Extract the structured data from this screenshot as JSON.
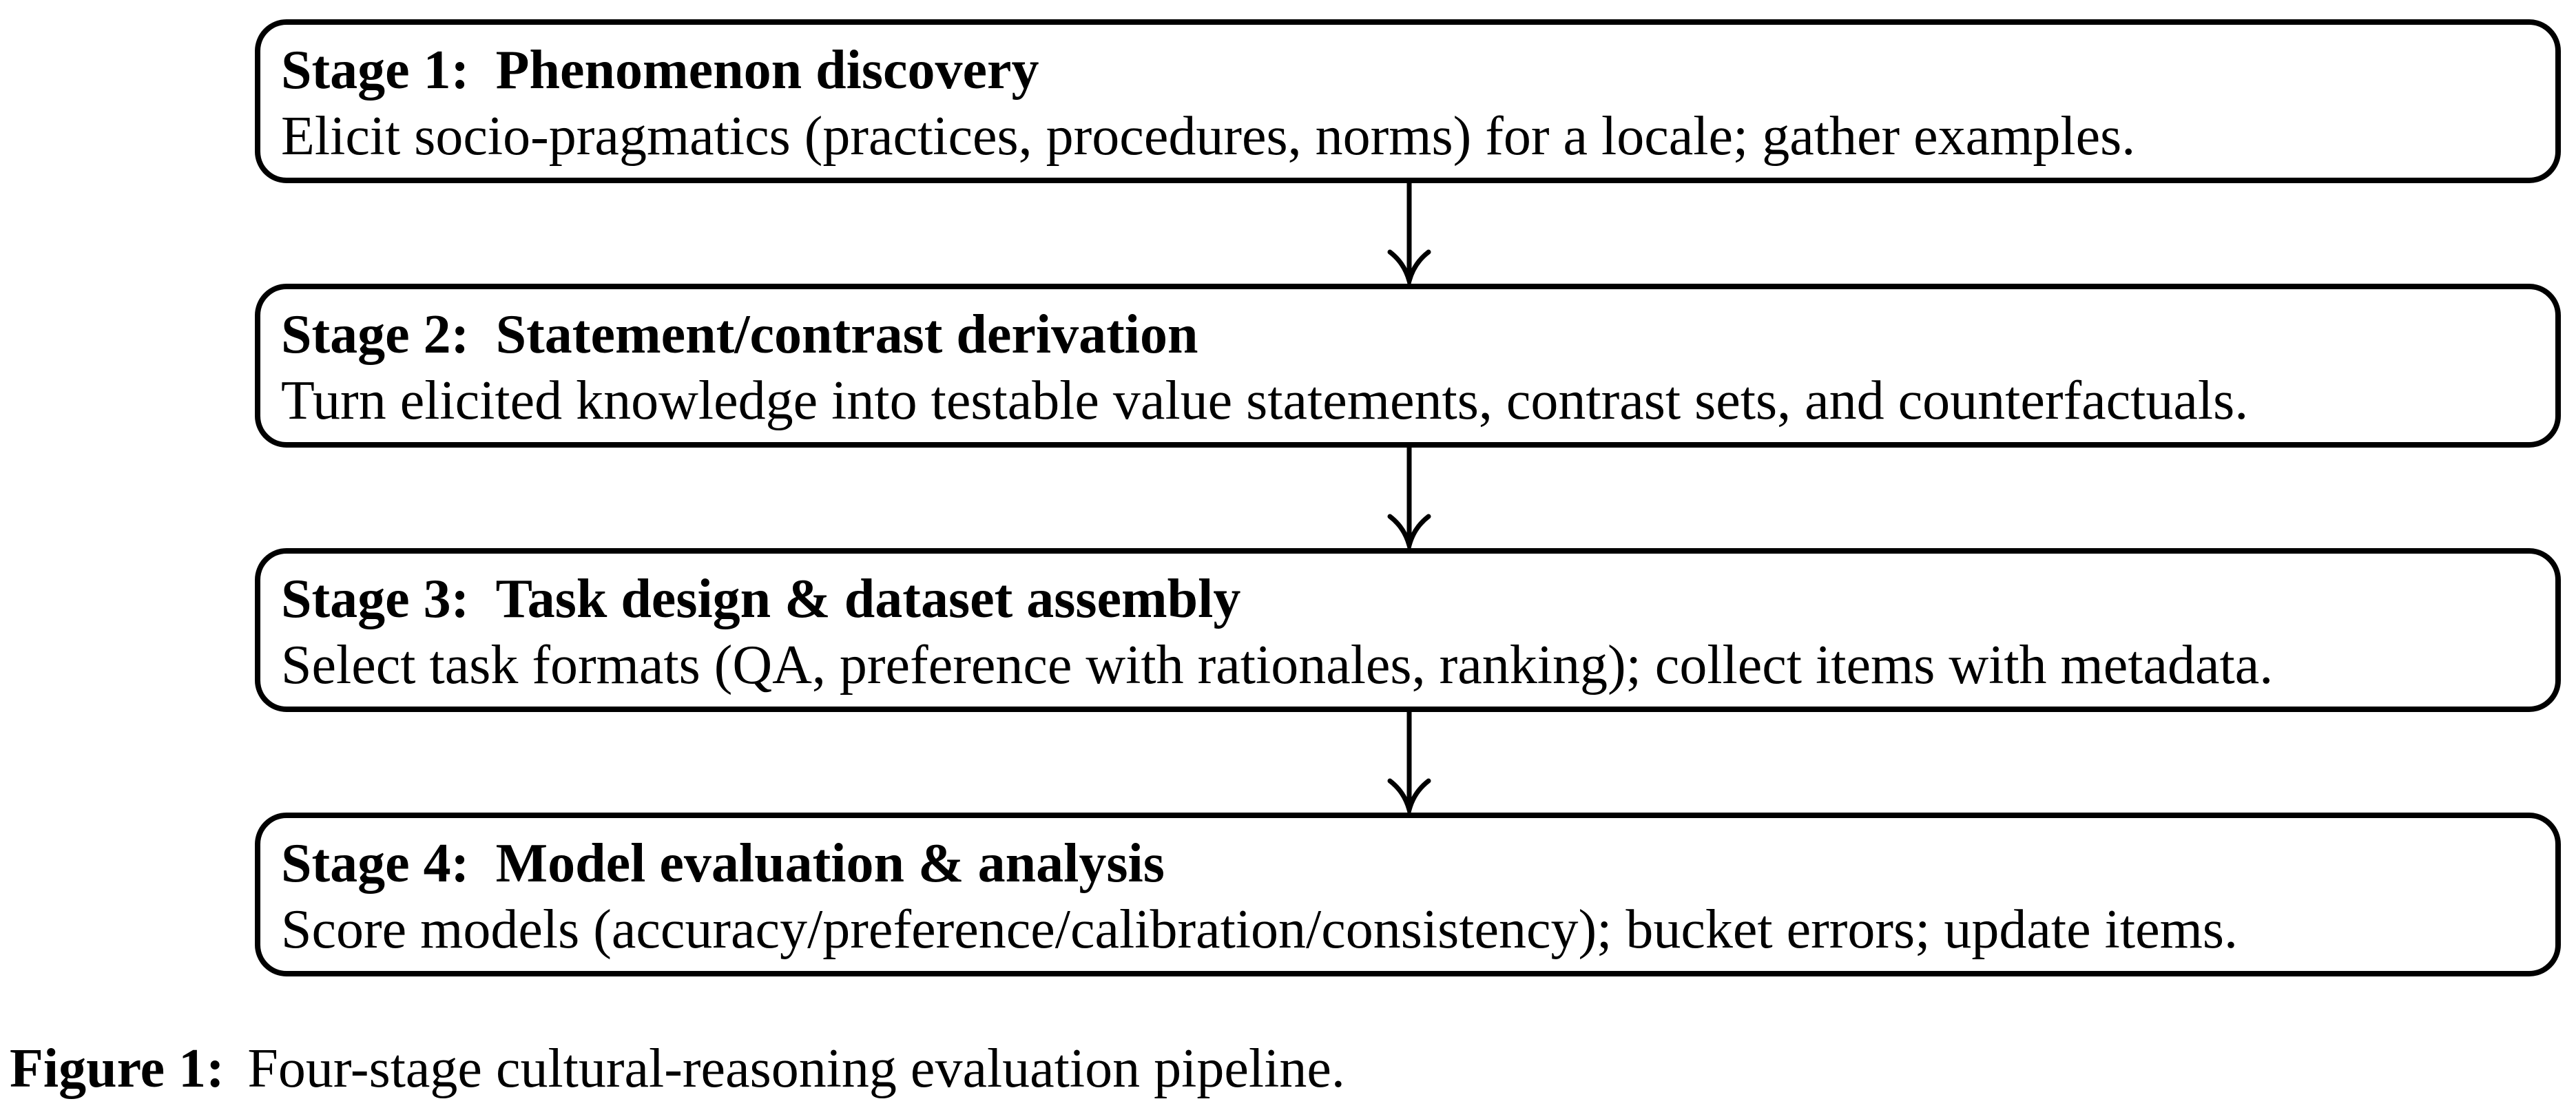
{
  "figure": {
    "stages": [
      {
        "label": "Stage 1:",
        "title": "Phenomenon discovery",
        "description": "Elicit socio-pragmatics (practices, procedures, norms) for a locale; gather examples."
      },
      {
        "label": "Stage 2:",
        "title": "Statement/contrast derivation",
        "description": "Turn elicited knowledge into testable value statements, contrast sets, and counterfactuals."
      },
      {
        "label": "Stage 3:",
        "title": "Task design & dataset assembly",
        "description": "Select task formats (QA, preference with rationales, ranking); collect items with metadata."
      },
      {
        "label": "Stage 4:",
        "title": "Model evaluation & analysis",
        "description": "Score models (accuracy/preference/calibration/consistency); bucket errors; update items."
      }
    ],
    "connectors": [
      {
        "from": "stage-1",
        "to": "stage-2",
        "direction": "down"
      },
      {
        "from": "stage-2",
        "to": "stage-3",
        "direction": "down"
      },
      {
        "from": "stage-3",
        "to": "stage-4",
        "direction": "down"
      }
    ],
    "caption": {
      "label": "Figure 1:",
      "text": "Four-stage cultural-reasoning evaluation pipeline."
    }
  },
  "colors": {
    "ink": "#000000",
    "background": "#ffffff"
  }
}
